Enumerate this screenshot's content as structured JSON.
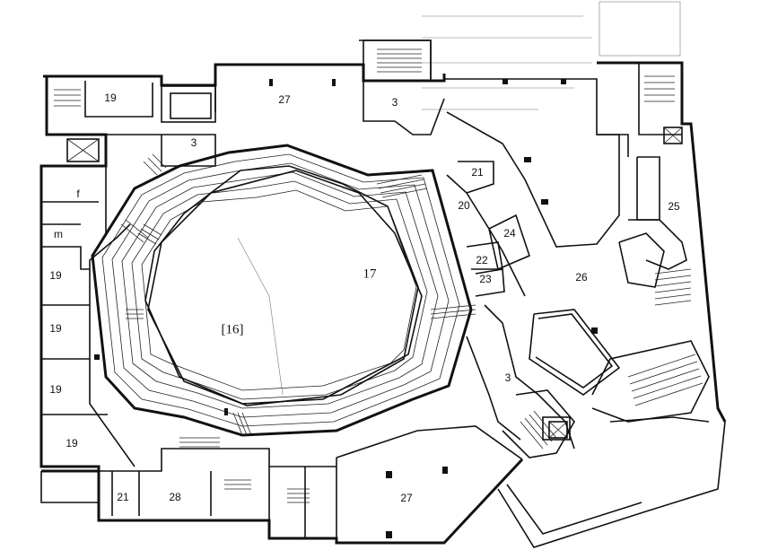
{
  "rooms": {
    "r19a": "19",
    "r27a": "27",
    "r3a": "3",
    "r3b": "3",
    "r3c": "3",
    "rf": "f",
    "rm": "m",
    "r19b": "19",
    "r19c": "19",
    "r19d": "19",
    "r19e": "19",
    "r21a": "21",
    "r20": "20",
    "r24": "24",
    "r22": "22",
    "r23": "23",
    "r25": "25",
    "r26": "26",
    "r17": "17",
    "r16": "[16]",
    "r21b": "21",
    "r28": "28",
    "r27b": "27"
  }
}
